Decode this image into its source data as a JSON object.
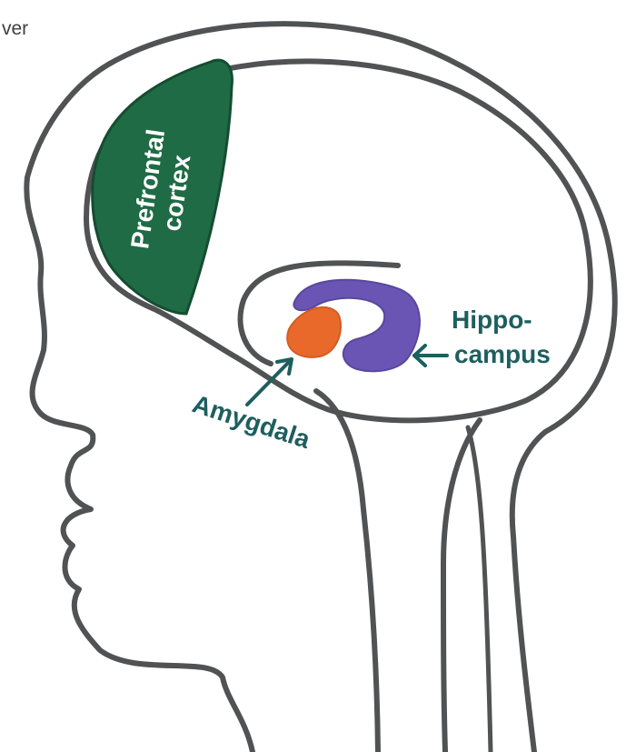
{
  "corner_text": "ver",
  "labels": {
    "prefrontal_line1": "Prefrontal",
    "prefrontal_line2": "cortex",
    "hippocampus_line1": "Hippo-",
    "hippocampus_line2": "campus",
    "amygdala": "Amygdala"
  },
  "colors": {
    "outline": "#505253",
    "prefrontal_fill": "#1f6b45",
    "amygdala_fill": "#e8692a",
    "hippocampus_fill": "#6a55b4",
    "label_teal": "#1d5f5e",
    "prefrontal_label": "#ffffff"
  }
}
